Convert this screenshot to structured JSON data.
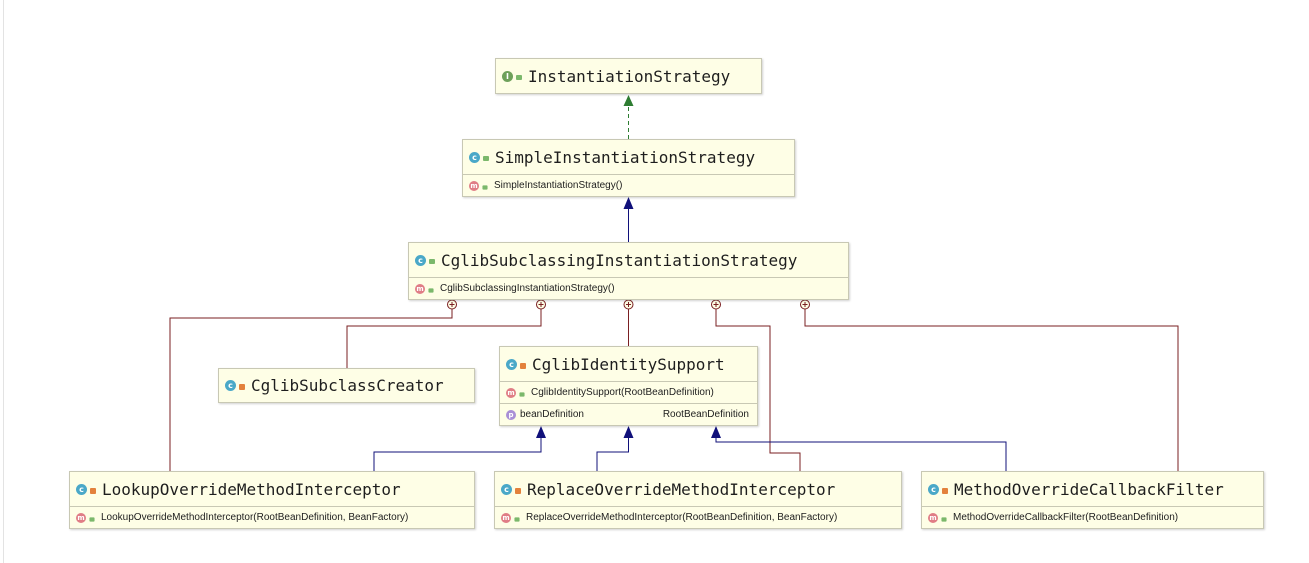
{
  "classes": {
    "instantiation_strategy": {
      "name": "InstantiationStrategy",
      "kind": "I"
    },
    "simple_strategy": {
      "name": "SimpleInstantiationStrategy",
      "kind": "c",
      "members": [
        {
          "kind": "m",
          "text": "SimpleInstantiationStrategy()"
        }
      ]
    },
    "cglib_strategy": {
      "name": "CglibSubclassingInstantiationStrategy",
      "kind": "c",
      "members": [
        {
          "kind": "m",
          "text": "CglibSubclassingInstantiationStrategy()"
        }
      ]
    },
    "subclass_creator": {
      "name": "CglibSubclassCreator",
      "kind": "c"
    },
    "identity_support": {
      "name": "CglibIdentitySupport",
      "kind": "c",
      "members": [
        {
          "kind": "m",
          "text": "CglibIdentitySupport(RootBeanDefinition)"
        },
        {
          "kind": "p",
          "text": "beanDefinition",
          "type": "RootBeanDefinition"
        }
      ]
    },
    "lookup_interceptor": {
      "name": "LookupOverrideMethodInterceptor",
      "kind": "c",
      "members": [
        {
          "kind": "m",
          "text": "LookupOverrideMethodInterceptor(RootBeanDefinition, BeanFactory)"
        }
      ]
    },
    "replace_interceptor": {
      "name": "ReplaceOverrideMethodInterceptor",
      "kind": "c",
      "members": [
        {
          "kind": "m",
          "text": "ReplaceOverrideMethodInterceptor(RootBeanDefinition, BeanFactory)"
        }
      ]
    },
    "callback_filter": {
      "name": "MethodOverrideCallbackFilter",
      "kind": "c",
      "members": [
        {
          "kind": "m",
          "text": "MethodOverrideCallbackFilter(RootBeanDefinition)"
        }
      ]
    }
  },
  "relations": [
    {
      "from": "SimpleInstantiationStrategy",
      "to": "InstantiationStrategy",
      "type": "implements"
    },
    {
      "from": "CglibSubclassingInstantiationStrategy",
      "to": "SimpleInstantiationStrategy",
      "type": "extends"
    },
    {
      "from": "LookupOverrideMethodInterceptor",
      "to": "CglibIdentitySupport",
      "type": "extends"
    },
    {
      "from": "ReplaceOverrideMethodInterceptor",
      "to": "CglibIdentitySupport",
      "type": "extends"
    },
    {
      "from": "MethodOverrideCallbackFilter",
      "to": "CglibIdentitySupport",
      "type": "extends"
    },
    {
      "from": "LookupOverrideMethodInterceptor",
      "to": "CglibSubclassingInstantiationStrategy",
      "type": "inner"
    },
    {
      "from": "CglibSubclassCreator",
      "to": "CglibSubclassingInstantiationStrategy",
      "type": "inner"
    },
    {
      "from": "CglibIdentitySupport",
      "to": "CglibSubclassingInstantiationStrategy",
      "type": "inner"
    },
    {
      "from": "ReplaceOverrideMethodInterceptor",
      "to": "CglibSubclassingInstantiationStrategy",
      "type": "inner"
    },
    {
      "from": "MethodOverrideCallbackFilter",
      "to": "CglibSubclassingInstantiationStrategy",
      "type": "inner"
    }
  ],
  "colors": {
    "implements": "#2e7d32",
    "extends": "#10107a",
    "inner": "#7a1f22",
    "node_fill": "#fefee6",
    "node_border": "#c8c8b4"
  }
}
